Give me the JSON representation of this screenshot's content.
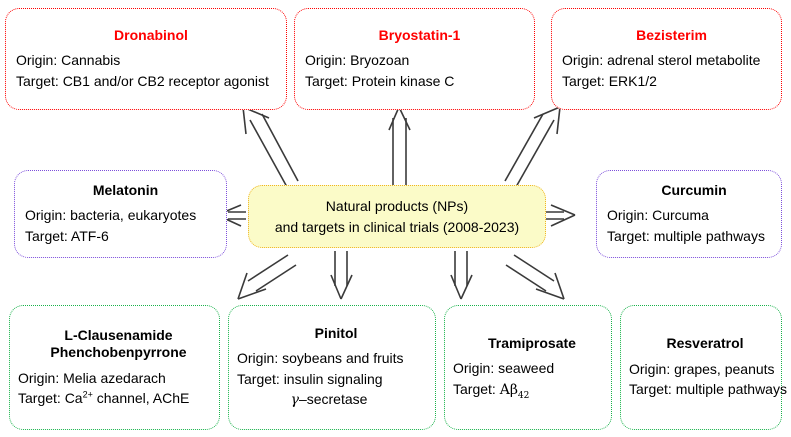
{
  "diagram": {
    "title": "Natural products (NPs) and targets in clinical trials (2008-2023)",
    "type": "hub-and-spoke concept map",
    "colors": {
      "top_row_border": "#ff0000",
      "top_row_title": "#ff0000",
      "side_row_border": "#7d4fdb",
      "bottom_row_border": "#18b24a",
      "center_fill": "#fbfbc8",
      "center_border": "#f0b422",
      "arrow": "#3a3a3a",
      "text": "#000000"
    }
  },
  "center": {
    "line1": "Natural products (NPs)",
    "line2": "and targets in clinical trials (2008-2023)"
  },
  "nodes": [
    {
      "id": "dronabinol",
      "group": "top",
      "title": "Dronabinol",
      "origin": "Origin: Cannabis",
      "target": "Target: CB1 and/or CB2 receptor agonist"
    },
    {
      "id": "bryostatin-1",
      "group": "top",
      "title": "Bryostatin-1",
      "origin": "Origin: Bryozoan",
      "target": "Target: Protein kinase C"
    },
    {
      "id": "bezisterim",
      "group": "top",
      "title": "Bezisterim",
      "origin": "Origin: adrenal sterol metabolite",
      "target": "Target: ERK1/2"
    },
    {
      "id": "melatonin",
      "group": "side-left",
      "title": "Melatonin",
      "origin": "Origin: bacteria, eukaryotes",
      "target": "Target: ATF-6"
    },
    {
      "id": "curcumin",
      "group": "side-right",
      "title": "Curcumin",
      "origin": "Origin: Curcuma",
      "target": "Target: multiple pathways"
    },
    {
      "id": "l-clausenamide-phenchobenpyrrone",
      "group": "bottom",
      "title_line1": "L-Clausenamide",
      "title_line2": "Phenchobenpyrrone",
      "origin": "Origin: Melia azedarach",
      "target_prefix": "Target: Ca",
      "target_sup": "2+",
      "target_suffix": " channel, AChE"
    },
    {
      "id": "pinitol",
      "group": "bottom",
      "title": "Pinitol",
      "origin": "Origin: soybeans and fruits",
      "target": "Target: insulin signaling",
      "target_line2_greek": "γ",
      "target_line2_rest": "–secretase"
    },
    {
      "id": "tramiprosate",
      "group": "bottom",
      "title": "Tramiprosate",
      "origin": "Origin: seaweed",
      "target_prefix": "Target: ",
      "target_symbol": "Aβ",
      "target_sub": "42"
    },
    {
      "id": "resveratrol",
      "group": "bottom",
      "title": "Resveratrol",
      "origin": "Origin: grapes, peanuts",
      "target": "Target: multiple pathways"
    }
  ],
  "arrows": [
    {
      "id": "arrow-to-dronabinol",
      "direction": "up-left"
    },
    {
      "id": "arrow-to-bryostatin",
      "direction": "up"
    },
    {
      "id": "arrow-to-bezisterim",
      "direction": "up-right"
    },
    {
      "id": "arrow-to-melatonin",
      "direction": "left"
    },
    {
      "id": "arrow-to-curcumin",
      "direction": "right"
    },
    {
      "id": "arrow-to-clausenamide",
      "direction": "down-left"
    },
    {
      "id": "arrow-to-pinitol",
      "direction": "down"
    },
    {
      "id": "arrow-to-tramiprosate",
      "direction": "down"
    },
    {
      "id": "arrow-to-resveratrol",
      "direction": "down-right"
    }
  ]
}
